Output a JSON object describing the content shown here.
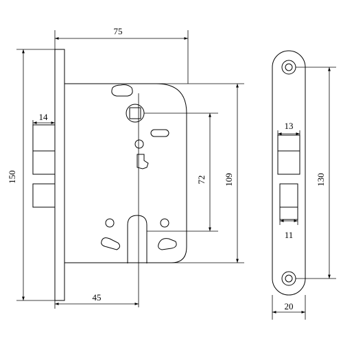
{
  "dimensions": {
    "width_75": "75",
    "height_150": "150",
    "bolt_14": "14",
    "backset_45": "45",
    "center_72": "72",
    "body_109": "109",
    "plate_130": "130",
    "latch_13": "13",
    "bolt_11": "11",
    "plate_20": "20"
  }
}
